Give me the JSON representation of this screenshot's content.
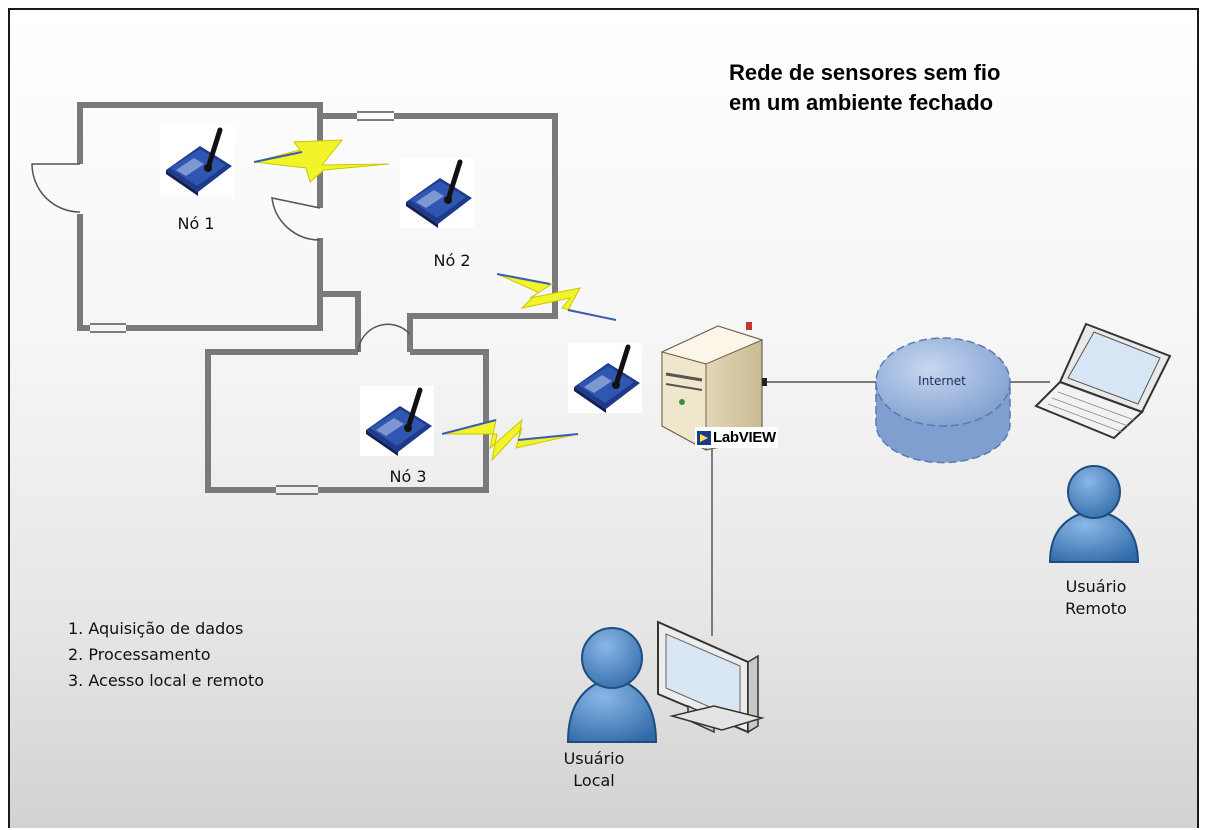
{
  "title": {
    "line1": "Rede de sensores sem fio",
    "line2": "em um ambiente fechado"
  },
  "nodes": [
    {
      "label": "Nó 1",
      "icon": "xbee-module-icon"
    },
    {
      "label": "Nó 2",
      "icon": "xbee-module-icon"
    },
    {
      "label": "Nó 3",
      "icon": "xbee-module-icon"
    }
  ],
  "gateway": {
    "icon": "xbee-module-icon"
  },
  "server": {
    "icon": "server-icon",
    "software_label": "LabVIEW"
  },
  "internet": {
    "label": "Internet",
    "icon": "internet-cloud-icon"
  },
  "remote_user": {
    "line1": "Usuário",
    "line2": "Remoto",
    "icon": "user-icon"
  },
  "local_user": {
    "line1": "Usuário",
    "line2": "Local",
    "icon": "user-icon"
  },
  "devices": {
    "laptop_icon": "laptop-icon",
    "monitor_icon": "monitor-icon"
  },
  "steps": [
    "1. Aquisição de dados",
    "2. Processamento",
    "3. Acesso local e remoto"
  ],
  "colors": {
    "wall": "#7a7a7a",
    "lightning": "#f3f32a",
    "lightning_tail": "#3a5cb5",
    "person": "#4a86c5",
    "internet": "#8fb0dc",
    "chip": "#233f8f"
  }
}
